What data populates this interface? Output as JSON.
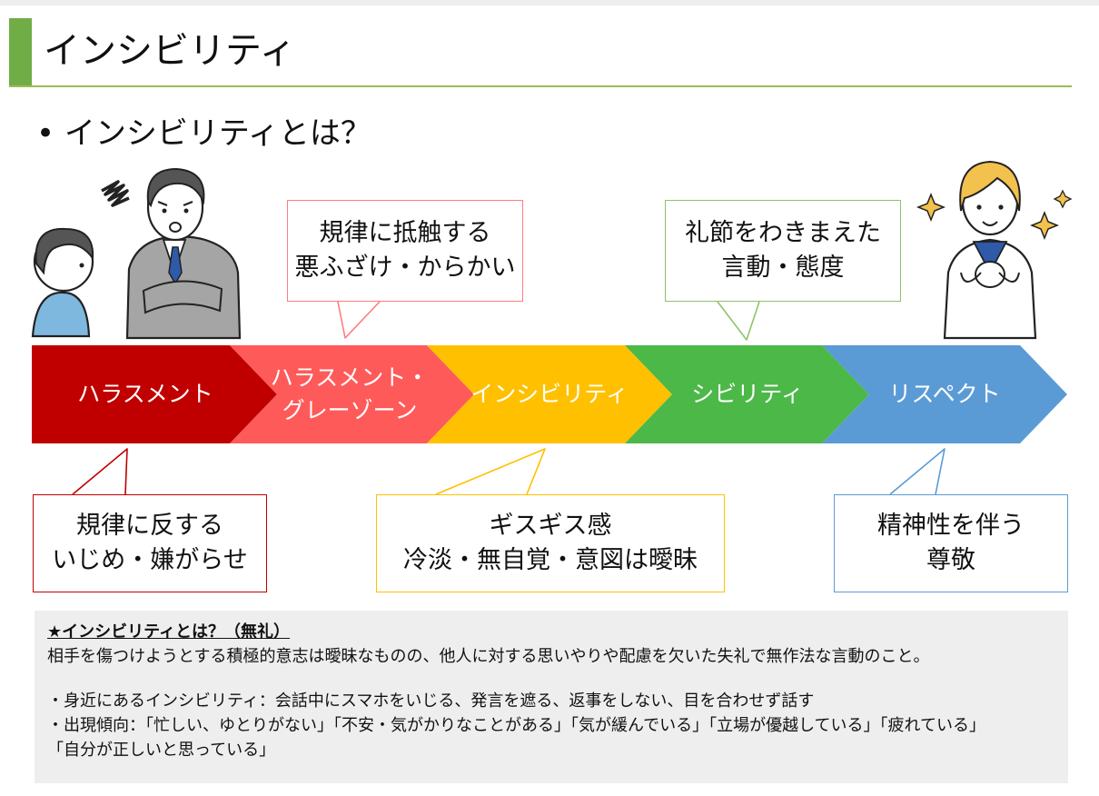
{
  "title": "インシビリティ",
  "subtitle": "• インシビリティとは？",
  "scale": [
    {
      "label_lines": [
        "ハラスメント"
      ],
      "color": "#c00000"
    },
    {
      "label_lines": [
        "ハラスメント・",
        "グレーゾーン"
      ],
      "color": "#ff5a5a"
    },
    {
      "label_lines": [
        "インシビリティ"
      ],
      "color": "#ffc000"
    },
    {
      "label_lines": [
        "シビリティ"
      ],
      "color": "#4cb848"
    },
    {
      "label_lines": [
        "リスペクト"
      ],
      "color": "#5b9bd5"
    }
  ],
  "callouts": {
    "harassment": {
      "lines": [
        "規律に反する",
        "いじめ・嫌がらせ"
      ],
      "border_color": "#c00000"
    },
    "gray_zone": {
      "lines": [
        "規律に抵触する",
        "悪ふざけ・からかい"
      ],
      "border_color": "#ff7c80"
    },
    "incivility": {
      "lines": [
        "ギスギス感",
        "冷淡・無自覚・意図は曖昧"
      ],
      "border_color": "#ffc000"
    },
    "civility": {
      "lines": [
        "礼節をわきまえた",
        "言動・態度"
      ],
      "border_color": "#8fc26b"
    },
    "respect": {
      "lines": [
        "精神性を伴う",
        "尊敬"
      ],
      "border_color": "#5b9bd5"
    }
  },
  "note": {
    "heading": "★インシビリティとは？（無礼）",
    "definition": "相手を傷つけようとする積極的意志は曖昧なものの、他人に対する思いやりや配慮を欠いた失礼で無作法な言動のこと。",
    "examples": "・身近にあるインシビリティ：会話中にスマホをいじる、発言を遮る、返事をしない、目を合わせず話す",
    "tendency_1": "・出現傾向：「忙しい、ゆとりがない」「不安・気がかりなことがある」「気が緩んでいる」「立場が優越している」「疲れている」",
    "tendency_2": "「自分が正しいと思っている」"
  }
}
